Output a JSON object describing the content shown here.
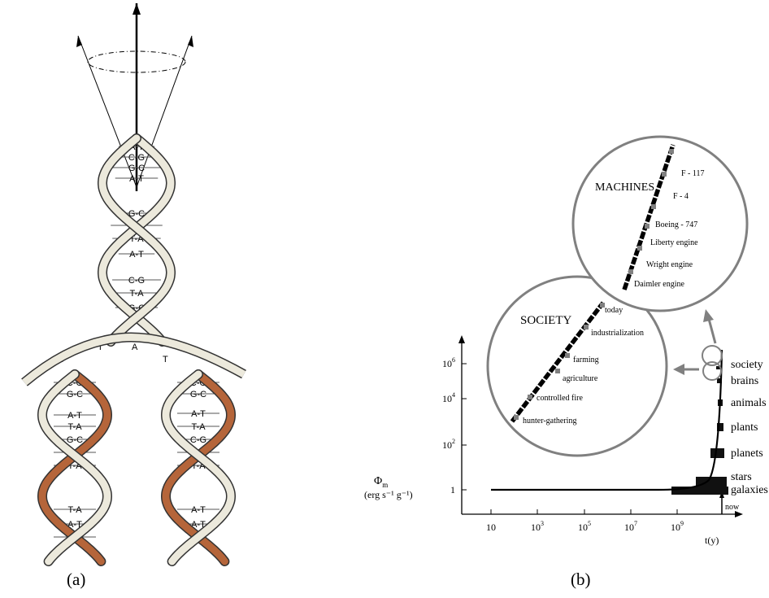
{
  "panel_a": {
    "caption": "(a)",
    "top_pairs": [
      "A-T",
      "C-G",
      "G-C",
      "A-T",
      "G-C",
      "C-G",
      "T-A",
      "A-T",
      "C-G",
      "T-A",
      "G-C",
      "A-T"
    ],
    "fork_letters": [
      "T",
      "A",
      "A",
      "T"
    ],
    "left_strand_pairs": [
      "C-G",
      "G-C",
      "A-T",
      "T-A",
      "G-C",
      "C-G",
      "T-A",
      "T-A",
      "A-T",
      "A-T"
    ],
    "right_strand_pairs": [
      "C-G",
      "G-C",
      "A-T",
      "T-A",
      "C-G",
      "T-A",
      "T-A",
      "A-T",
      "A-T"
    ],
    "colors": {
      "backbone": "#ece9dc",
      "new_strand": "#b5653a",
      "outline": "#333333"
    }
  },
  "panel_b": {
    "caption": "(b)",
    "y_axis_label": "Φ",
    "y_axis_subscript": "m",
    "y_axis_units": "(erg s⁻¹ g⁻¹)",
    "y_ticks": [
      {
        "label": "1",
        "exp": ""
      },
      {
        "label": "10",
        "exp": "2"
      },
      {
        "label": "10",
        "exp": "4"
      },
      {
        "label": "10",
        "exp": "6"
      }
    ],
    "x_ticks": [
      {
        "label": "10",
        "exp": ""
      },
      {
        "label": "10",
        "exp": "3"
      },
      {
        "label": "10",
        "exp": "5"
      },
      {
        "label": "10",
        "exp": "7"
      },
      {
        "label": "10",
        "exp": "9"
      }
    ],
    "x_axis_label": "t(y)",
    "now_label": "now",
    "systems": [
      "society",
      "brains",
      "animals",
      "plants",
      "planets",
      "stars",
      "galaxies"
    ],
    "society_circle": {
      "title": "SOCIETY",
      "items": [
        "today",
        "industrialization",
        "farming",
        "agriculture",
        "controlled fire",
        "hunter-gathering"
      ]
    },
    "machines_circle": {
      "title": "MACHINES",
      "items": [
        "F - 117",
        "F - 4",
        "Boeing - 747",
        "Liberty engine",
        "Wright engine",
        "Daimler engine"
      ]
    },
    "colors": {
      "circle": "#808080",
      "curve": "#000000",
      "bars": "#111111"
    }
  }
}
